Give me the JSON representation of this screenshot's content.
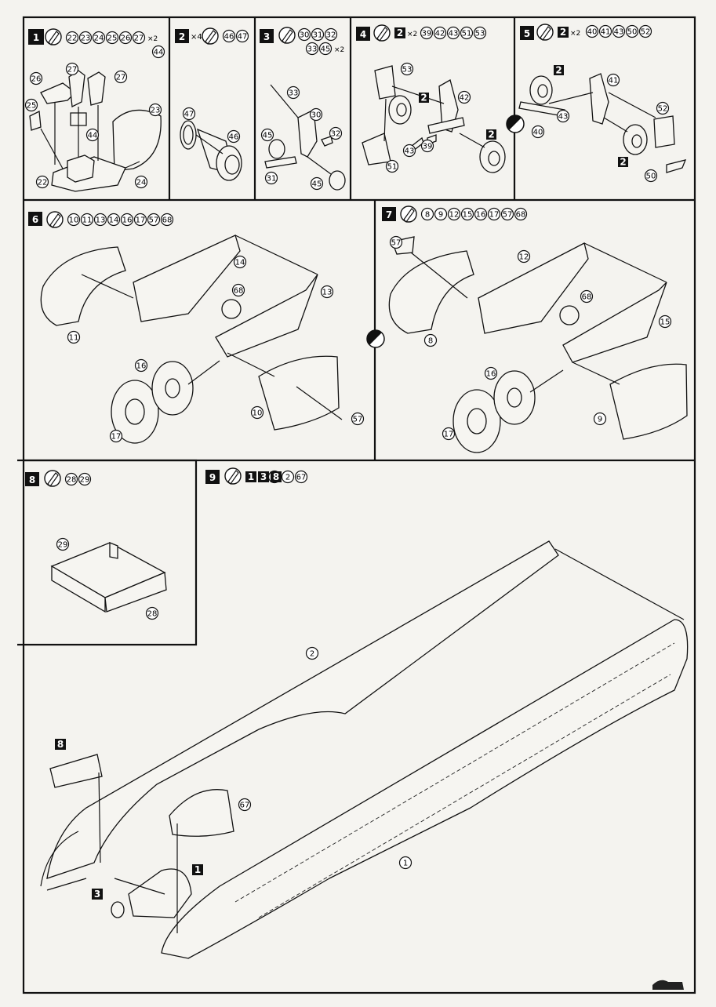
{
  "steps": [
    {
      "num": "1",
      "mult": "",
      "parts": [
        "22",
        "23",
        "24",
        "25",
        "26",
        "27"
      ],
      "parts_line2": [
        "44"
      ],
      "suffix": "×2"
    },
    {
      "num": "2",
      "mult": "×4",
      "parts": [
        "46",
        "47"
      ],
      "parts_line2": [],
      "suffix": ""
    },
    {
      "num": "3",
      "mult": "",
      "parts": [
        "30",
        "31",
        "32"
      ],
      "parts_line2": [
        "33",
        "45"
      ],
      "suffix": "×2"
    },
    {
      "num": "4",
      "mult": "",
      "sub": "2",
      "submult": "×2",
      "parts": [
        "39",
        "42",
        "43",
        "51",
        "53"
      ],
      "parts_line2": [],
      "suffix": ""
    },
    {
      "num": "5",
      "mult": "",
      "sub": "2",
      "submult": "×2",
      "parts": [
        "40",
        "41",
        "43",
        "50",
        "52"
      ],
      "parts_line2": [],
      "suffix": ""
    },
    {
      "num": "6",
      "mult": "",
      "parts": [
        "10",
        "11",
        "13",
        "14",
        "16",
        "17",
        "57",
        "68"
      ],
      "parts_line2": [],
      "suffix": ""
    },
    {
      "num": "7",
      "mult": "",
      "parts": [
        "8",
        "9",
        "12",
        "15",
        "16",
        "17",
        "57",
        "68"
      ],
      "parts_line2": [],
      "suffix": ""
    },
    {
      "num": "8",
      "mult": "",
      "parts": [
        "28",
        "29"
      ],
      "parts_line2": [],
      "suffix": ""
    },
    {
      "num": "9",
      "mult": "",
      "subs": [
        "1",
        "3",
        "8"
      ],
      "parts": [
        "1",
        "2",
        "67"
      ],
      "parts_line2": [],
      "suffix": ""
    }
  ],
  "callouts": {
    "s1": [
      "26",
      "27",
      "27",
      "25",
      "23",
      "44",
      "22",
      "24"
    ],
    "s2": [
      "47",
      "46"
    ],
    "s3": [
      "33",
      "30",
      "32",
      "45",
      "31",
      "45"
    ],
    "s4": [
      "53",
      "42",
      "51",
      "43",
      "39"
    ],
    "s4_sub": "2",
    "s5": [
      "41",
      "40",
      "43",
      "52",
      "50"
    ],
    "s5_sub": "2",
    "s6": [
      "14",
      "13",
      "68",
      "11",
      "16",
      "17",
      "10",
      "57"
    ],
    "s7": [
      "57",
      "12",
      "68",
      "15",
      "8",
      "16",
      "17",
      "9"
    ],
    "s8": [
      "29",
      "28"
    ],
    "s9": [
      "2",
      "8",
      "67",
      "1",
      "3",
      "1"
    ]
  }
}
